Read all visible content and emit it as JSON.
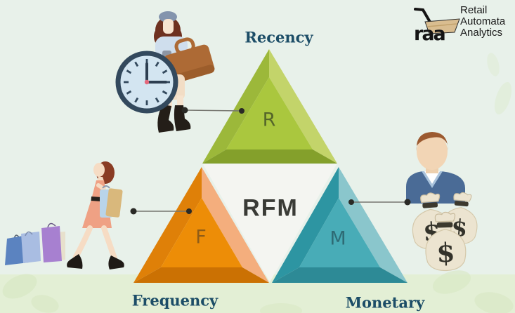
{
  "logo": {
    "lines": [
      "Retail",
      "Automata",
      "Analytics"
    ],
    "cart_text": "raa"
  },
  "pyramid": {
    "center_label": "RFM",
    "center_color": "#f4f5f1",
    "segments": [
      {
        "letter": "R",
        "label": "Recency",
        "color": "#aac73e",
        "dark": "#84a02b",
        "light": "#c3d46a",
        "letter_color": "#55662a"
      },
      {
        "letter": "F",
        "label": "Frequency",
        "color": "#ed8d07",
        "dark": "#cb7103",
        "light": "#f4ae7d",
        "letter_color": "#8f5c17"
      },
      {
        "letter": "M",
        "label": "Monetary",
        "color": "#48acb7",
        "dark": "#2d8a96",
        "light": "#8ac6cc",
        "letter_color": "#2e6b75"
      }
    ]
  },
  "money": {
    "symbol": "$"
  },
  "style": {
    "background_color": "#e8f1ea",
    "bottom_band_color": "#e3efd5",
    "label_color": "#1c4d67",
    "rfm_text_color": "#3a3b36"
  },
  "icons": {
    "clock": "clock-icon",
    "cart": "cart-logo-icon",
    "money_bags": "money-bags-icon",
    "shopping_bags": "shopping-bags-icon"
  }
}
